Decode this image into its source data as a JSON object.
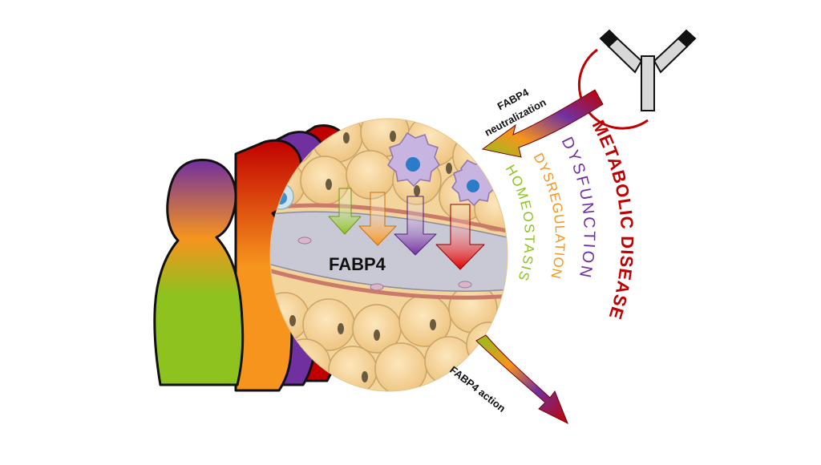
{
  "labels": {
    "vessel": "FABP4",
    "neutralization": [
      "FABP4",
      "neutralization"
    ],
    "action": "FABP4 action",
    "stages": {
      "metabolic_disease": "METABOLIC DISEASE",
      "dysfunction": "DYSFUNCTION",
      "dysregulation": "DYSREGULATION",
      "homeostasis": "HOMEOSTASIS"
    }
  },
  "colors": {
    "green": "#8dc21f",
    "orange": "#f7941d",
    "purple": "#7030a0",
    "red": "#c00000",
    "fat_cell": "#f5d8a0",
    "vessel": "#c9c9d6"
  },
  "icons": [
    "human-silhouette-icon",
    "antibody-icon",
    "adipocyte-icon",
    "immune-cell-icon",
    "arrow-icon"
  ]
}
